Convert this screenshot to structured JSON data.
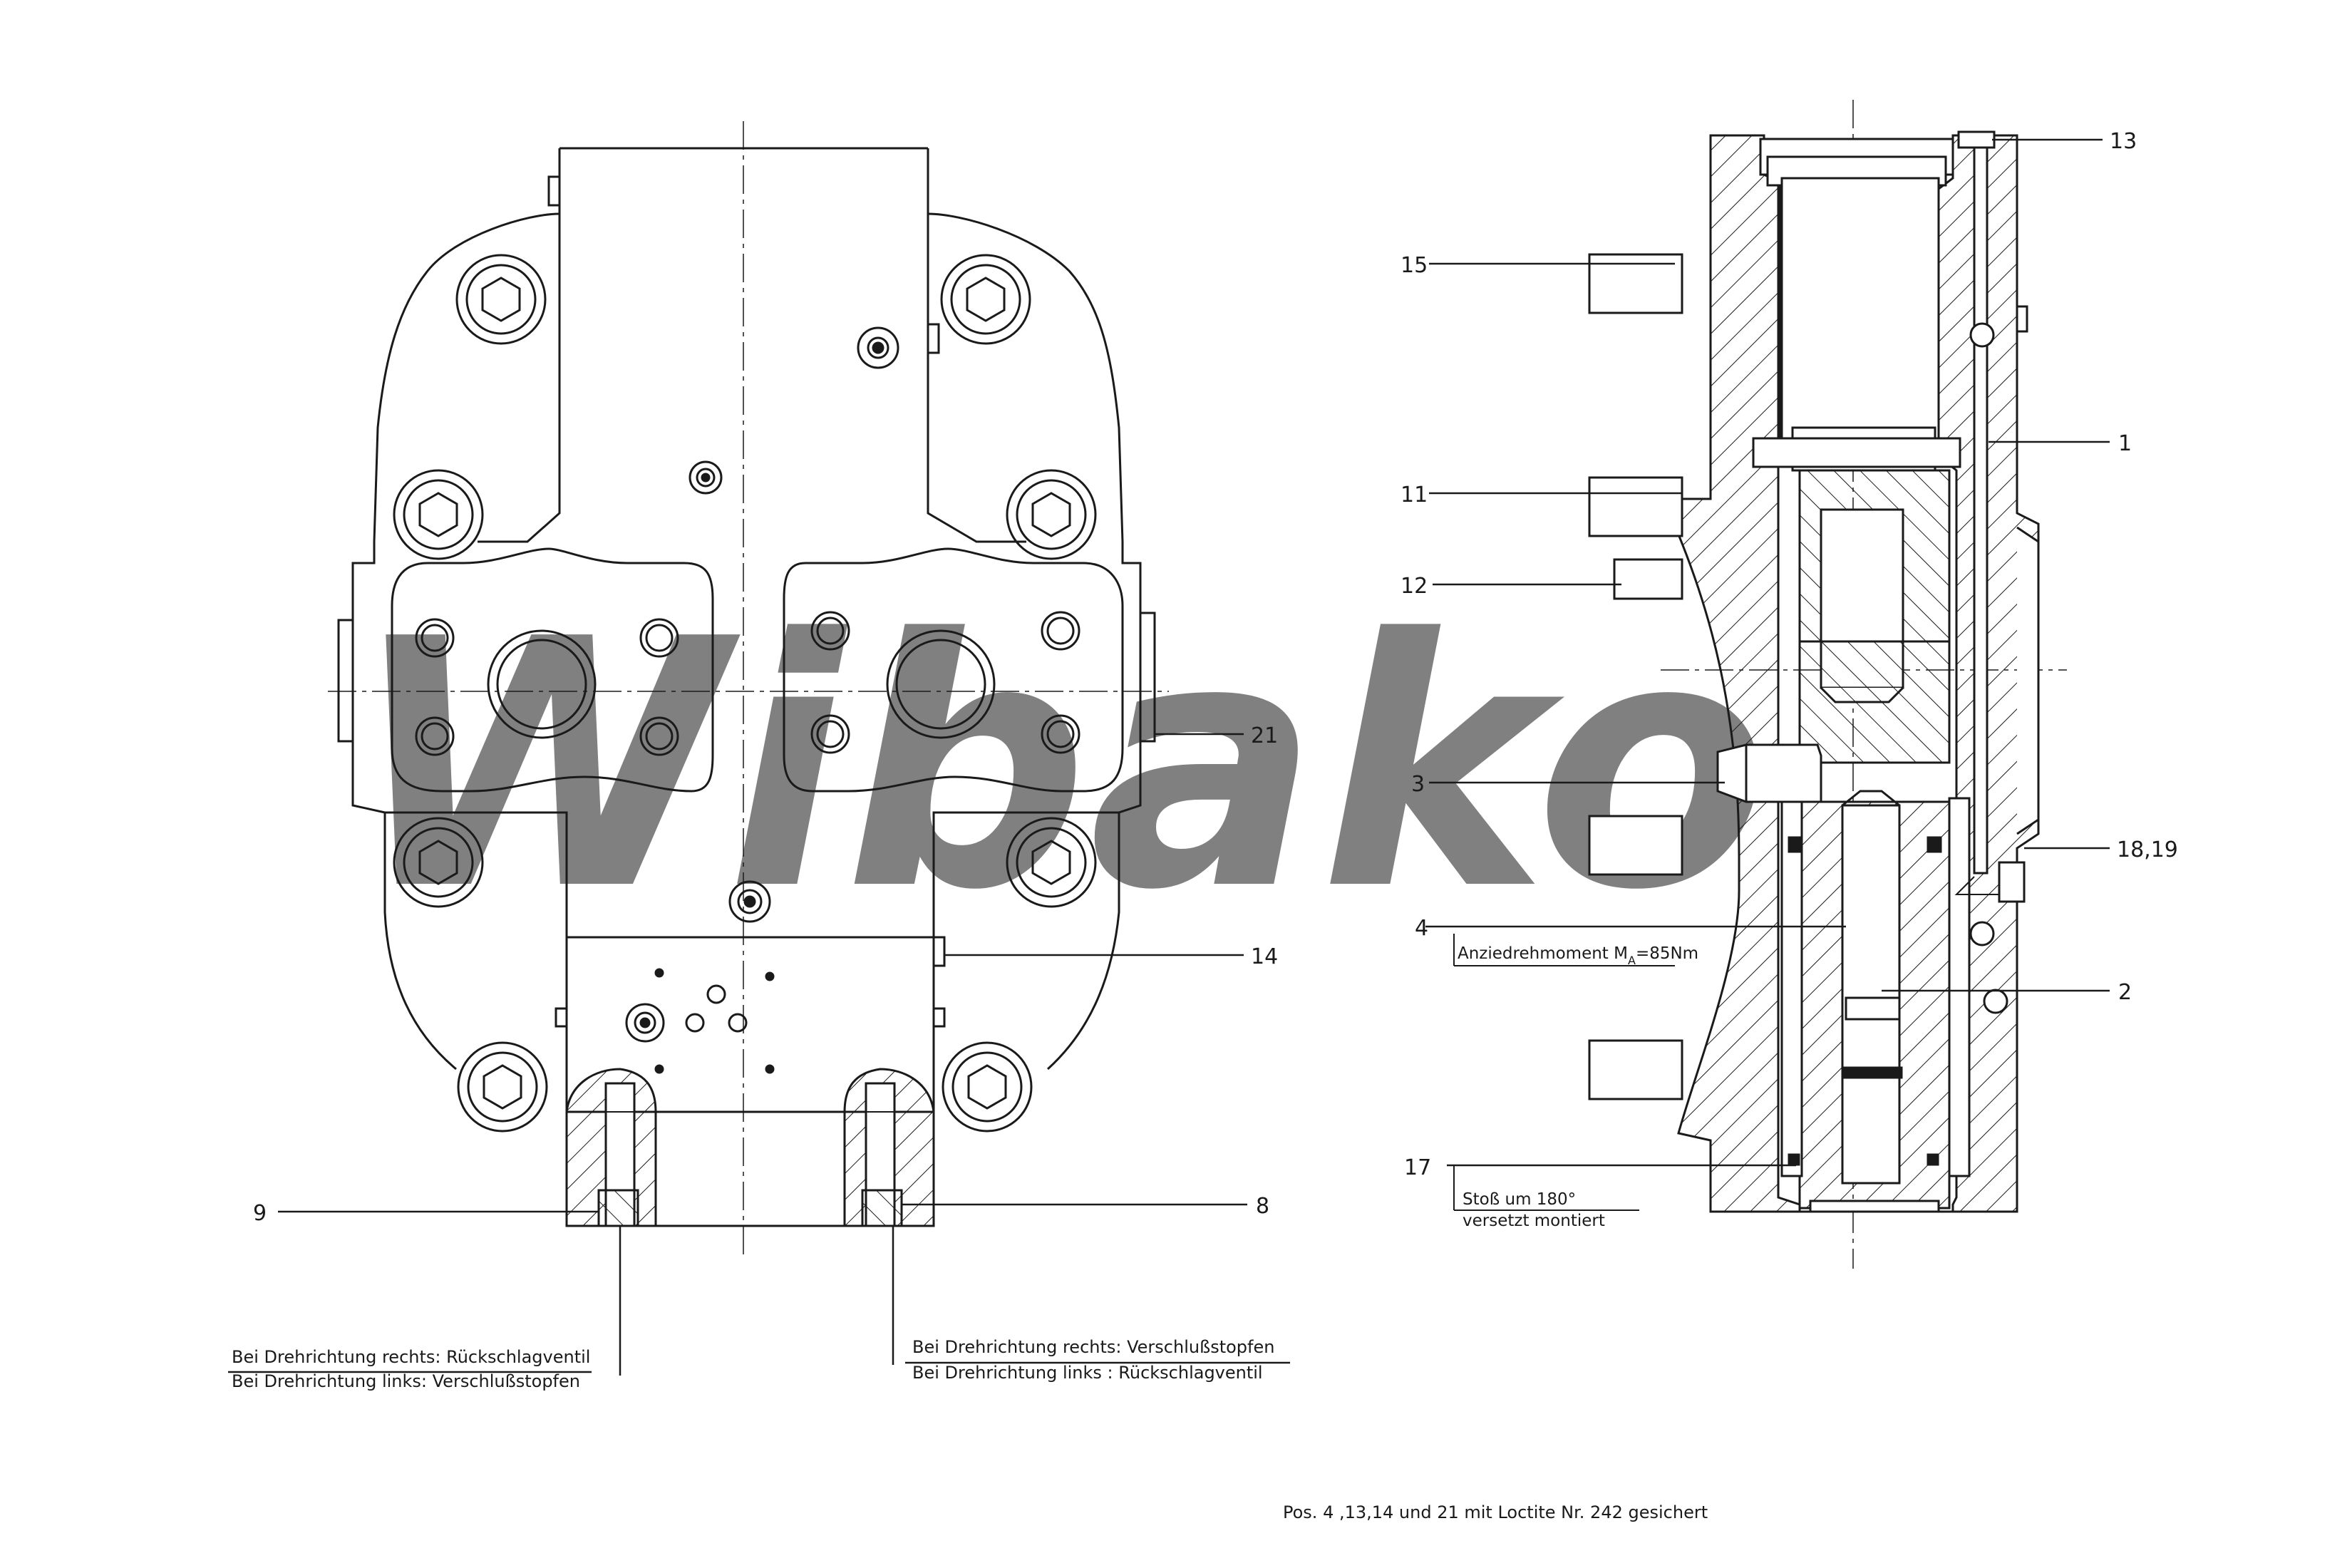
{
  "watermark": "Wibako",
  "left_view": {
    "callouts": [
      {
        "id": "pos-21",
        "label": "21"
      },
      {
        "id": "pos-14",
        "label": "14"
      },
      {
        "id": "pos-9",
        "label": "9"
      },
      {
        "id": "pos-8",
        "label": "8"
      }
    ],
    "notes": {
      "left_right": "Bei Drehrichtung rechts: Rückschlagventil",
      "left_left": "Bei Drehrichtung links:  Verschlußstopfen",
      "right_right": "Bei Drehrichtung rechts: Verschlußstopfen",
      "right_left": "Bei Drehrichtung links  : Rückschlagventil"
    }
  },
  "section_view": {
    "callouts": [
      {
        "id": "pos-13",
        "label": "13"
      },
      {
        "id": "pos-15",
        "label": "15"
      },
      {
        "id": "pos-1",
        "label": "1"
      },
      {
        "id": "pos-11",
        "label": "11"
      },
      {
        "id": "pos-12",
        "label": "12"
      },
      {
        "id": "pos-3",
        "label": "3"
      },
      {
        "id": "pos-18-19",
        "label": "18,19"
      },
      {
        "id": "pos-4",
        "label": "4"
      },
      {
        "id": "pos-2",
        "label": "2"
      },
      {
        "id": "pos-17",
        "label": "17"
      }
    ],
    "torque_note": {
      "prefix": "Anziedrehmoment M",
      "subscript": "A",
      "suffix": "=85Nm"
    },
    "offset_note": {
      "line1": "Stoß  um 180°",
      "line2": "versetzt montiert"
    }
  },
  "footer_note": "Pos. 4 ,13,14 und 21 mit Loctite Nr. 242 gesichert"
}
